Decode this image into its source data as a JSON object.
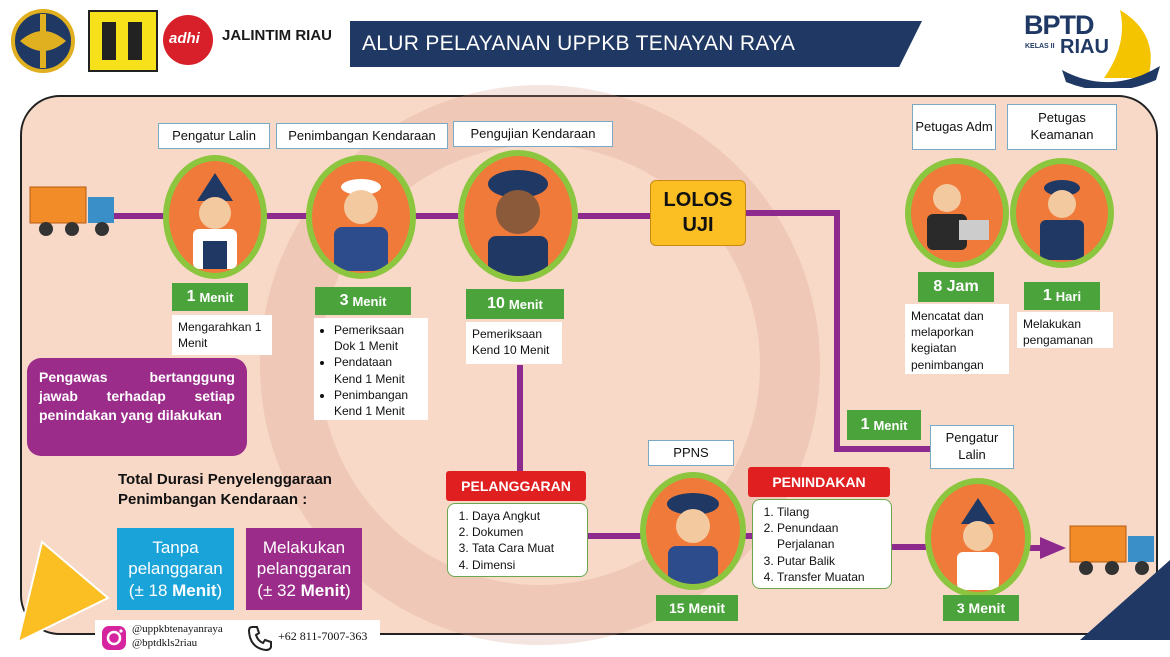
{
  "header": {
    "title": "ALUR PELAYANAN UPPKB TENAYAN RAYA",
    "brand_adhi": "adhi",
    "brand_jalintim": "JALINTIM RIAU",
    "brand_bptd": "BPTD",
    "brand_kelas": "KELAS II",
    "brand_riau": "RIAU"
  },
  "steps": {
    "pengatur_lalin": {
      "label": "Pengatur Lalin",
      "time_num": "1",
      "time_unit": "Menit",
      "desc": "Mengarahkan 1 Menit"
    },
    "penimbangan": {
      "label": "Penimbangan Kendaraan",
      "time_num": "3",
      "time_unit": "Menit",
      "items": [
        "Pemeriksaan Dok 1 Menit",
        "Pendataan Kend 1 Menit",
        "Penimbangan Kend 1 Menit"
      ]
    },
    "pengujian": {
      "label": "Pengujian Kendaraan",
      "time_num": "10",
      "time_unit": "Menit",
      "desc": "Pemeriksaan Kend 10 Menit"
    },
    "lolos": {
      "line1": "LOLOS",
      "line2": "UJI"
    },
    "petugas_adm": {
      "label": "Petugas Adm",
      "time": "8 Jam",
      "desc": "Mencatat dan melaporkan kegiatan penimbangan"
    },
    "petugas_keamanan": {
      "label": "Petugas Keamanan",
      "time_num": "1",
      "time_unit": "Hari",
      "desc": "Melakukan pengamanan"
    },
    "lolos_time": {
      "time_num": "1",
      "time_unit": "Menit"
    },
    "pengatur_lalin_2": {
      "label": "Pengatur Lalin",
      "time": "3 Menit"
    },
    "pelanggaran": {
      "label": "PELANGGARAN",
      "items": [
        "Daya Angkut",
        "Dokumen",
        "Tata Cara Muat",
        "Dimensi"
      ]
    },
    "ppns": {
      "label": "PPNS",
      "time": "15 Menit"
    },
    "penindakan": {
      "label": "PENINDAKAN",
      "items": [
        "Tilang",
        "Penundaan Perjalanan",
        "Putar Balik",
        "Transfer Muatan"
      ]
    }
  },
  "pengawas": "Pengawas bertanggung jawab terhadap setiap penindakan yang dilakukan",
  "summary": {
    "title_line1": "Total Durasi Penyelenggaraan",
    "title_line2": "Penimbangan Kendaraan :",
    "tanpa_l1": "Tanpa",
    "tanpa_l2": "pelanggaran",
    "tanpa_l3_pre": "(± 18 ",
    "tanpa_l3_bold": "Menit",
    "tanpa_l3_post": ")",
    "dengan_l1": "Melakukan",
    "dengan_l2": "pelanggaran",
    "dengan_l3_pre": "(± 32 ",
    "dengan_l3_bold": "Menit",
    "dengan_l3_post": ")"
  },
  "footer": {
    "instagram1": "@uppkbtenayanraya",
    "instagram2": "@bptdkls2riau",
    "phone": "+62 811-7007-363"
  },
  "colors": {
    "navy": "#1f3864",
    "flow_line": "#8e2a8e",
    "green": "#4aa33b",
    "orange": "#f07a3a",
    "red": "#e02020",
    "yellow": "#fbbf24",
    "tanpa_box": "#1aa3d9",
    "dengan_box": "#9b2c8a"
  }
}
